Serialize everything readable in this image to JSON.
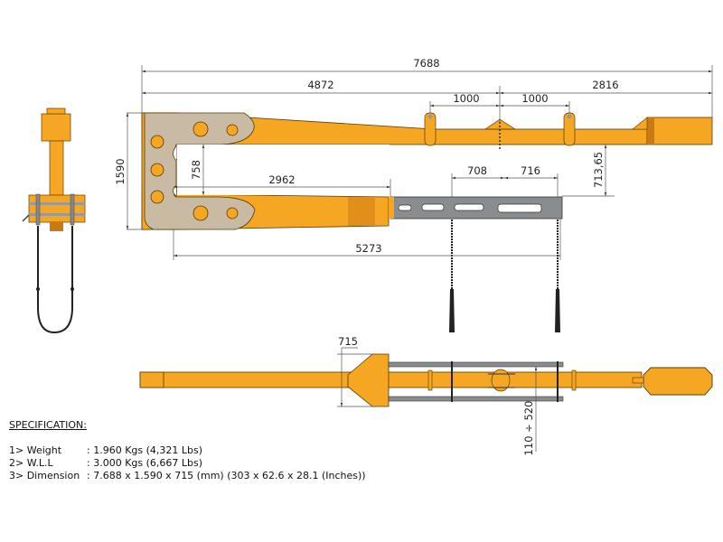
{
  "colors": {
    "orange": "#F5A623",
    "orange_dark": "#C97A10",
    "plate": "#C9BBA3",
    "grey": "#8A8D90",
    "line": "#333333"
  },
  "dimensions": {
    "overall_length": "7688",
    "length_left": "4872",
    "length_right": "2816",
    "pad_left": "1000",
    "pad_right": "1000",
    "height": "1590",
    "inner_gap": "758",
    "lower_fork": "2962",
    "lower_reach": "5273",
    "chain_left": "708",
    "chain_right": "716",
    "drop": "713,65",
    "width": "715",
    "clamp_range": "110 ÷ 520"
  },
  "specification": {
    "title": "SPECIFICATION:",
    "items": [
      {
        "label": "1> Weight",
        "value": ": 1.960 Kgs (4,321 Lbs)"
      },
      {
        "label": "2> W.L.L",
        "value": ": 3.000 Kgs (6,667 Lbs)"
      },
      {
        "label": "3> Dimension",
        "value": ": 7.688 x 1.590 x 715 (mm) (303 x 62.6 x 28.1 (Inches))"
      }
    ]
  }
}
